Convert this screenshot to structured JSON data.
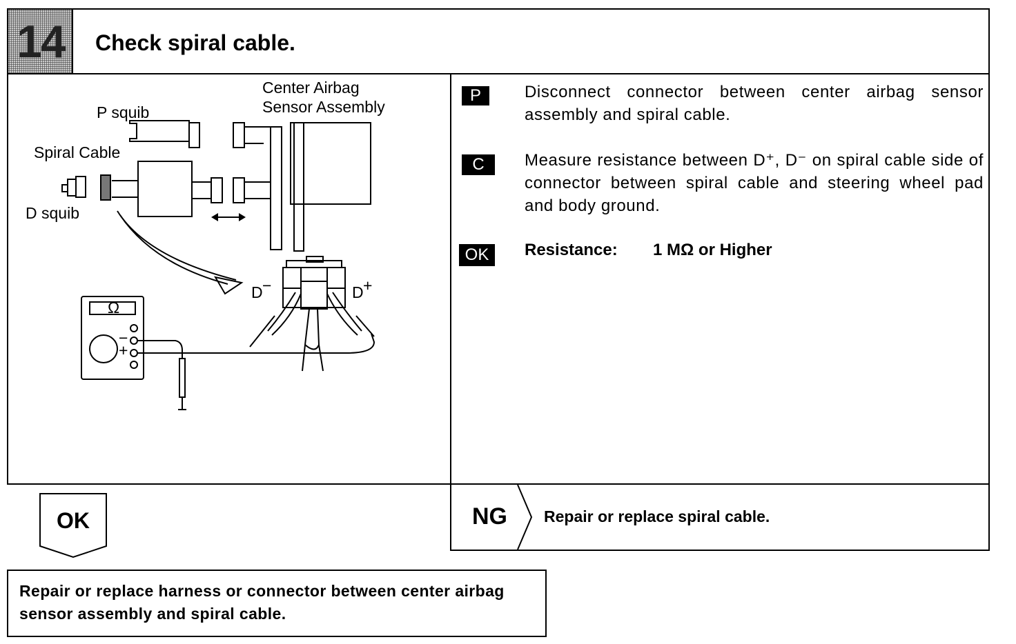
{
  "header": {
    "step_number": "14",
    "title": "Check spiral cable."
  },
  "illustration": {
    "labels": {
      "center_airbag_line1": "Center Airbag",
      "center_airbag_line2": "Sensor Assembly",
      "p_squib": "P squib",
      "spiral_cable": "Spiral Cable",
      "d_squib": "D squib",
      "d_minus": "D",
      "d_minus_sup": "−",
      "d_plus": "D",
      "d_plus_sup": "+",
      "ohm_symbol": "Ω",
      "meter_minus": "−",
      "meter_plus": "+"
    }
  },
  "steps": {
    "p": {
      "badge": "P",
      "text": "Disconnect connector between center airbag sensor assembly and spiral cable."
    },
    "c": {
      "badge": "C",
      "text": "Measure resistance between D⁺, D⁻ on spiral cable side of connector between spiral cable and steering wheel pad and body ground."
    },
    "ok": {
      "badge": "OK",
      "label": "Resistance:",
      "value": "1 MΩ or Higher"
    }
  },
  "results": {
    "ok_label": "OK",
    "ng_label": "NG",
    "ng_action": "Repair or replace spiral cable.",
    "ok_action": "Repair or replace harness or connector between center airbag sensor assembly and spiral cable."
  }
}
